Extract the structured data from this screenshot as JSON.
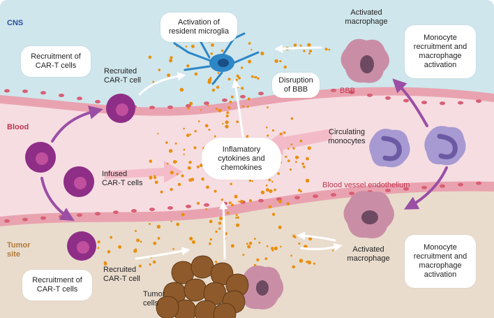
{
  "regions": {
    "cns": "CNS",
    "blood": "Blood",
    "tumor_site": "Tumor\nsite"
  },
  "boxes": {
    "microglia": "Activation of\nresident microglia",
    "recruit_cns": "Recruitment of\nCAR-T cells",
    "monocyte_cns": "Monocyte\nrecruitment and\nmacrophage\nactivation",
    "bbb_disruption": "Disruption\nof BBB",
    "cytokines": "Inflamatory\ncytokines and\nchemokines",
    "recruit_tumor": "Recruitment of\nCAR-T cells",
    "monocyte_tumor": "Monocyte\nrecruitment and\nmacrophage\nactivation"
  },
  "labels": {
    "activated_macrophage_cns": "Activated\nmacrophage",
    "recruited_cart_cns": "Recruited\nCAR-T cell",
    "bbb": "BBB",
    "circulating_monocytes": "Circulating\nmonocytes",
    "infused_cart": "Infused\nCAR-T cells",
    "endothelium": "Blood vessel endothelium",
    "activated_macrophage_tumor": "Activated\nmacrophage",
    "recruited_cart_tumor": "Recruited\nCAR-T cell",
    "tumor_cells": "Tumor\ncells"
  },
  "colors": {
    "cns_bg": "#cfe6ec",
    "blood_bg": "#f6dde2",
    "tumor_bg": "#e9dccd",
    "vessel_wall": "#e9a3b0",
    "endothelial_cell": "#d85f74",
    "car_t": "#8e2e86",
    "car_t_nucleus": "#c0509e",
    "macrophage": "#c98ea6",
    "macrophage_nucleus": "#6d4a62",
    "monocyte": "#a79ad2",
    "monocyte_nucleus": "#6b5aa3",
    "microglia": "#2d86c6",
    "tumor_cell": "#8e5a2b",
    "cytokine": "#e8900f",
    "purple_arrow": "#9a4fa4",
    "pink_arrow": "#f3b6c4",
    "region_label_cns": "#2a4fa0",
    "region_label_blood": "#c2344d",
    "region_label_tumor": "#b07a3a",
    "red_label": "#c2344d"
  }
}
